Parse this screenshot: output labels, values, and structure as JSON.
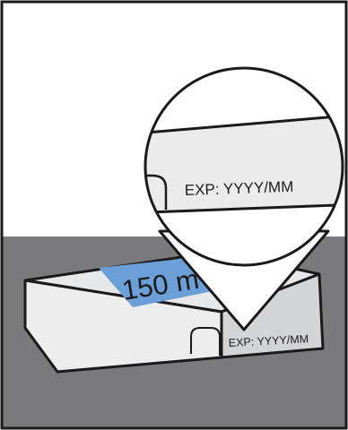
{
  "illustration": {
    "box_label": "150 m",
    "box_expiry": "EXP: YYYY/MM",
    "magnified_expiry": "EXP: YYYY/MM"
  },
  "colors": {
    "background": "#ffffff",
    "floor": "#7a7a7d",
    "box_top": "#e7e8e9",
    "box_front": "#ededee",
    "box_side": "#d3d4d6",
    "label": "#6c9fd8",
    "outline": "#1a1a1a"
  }
}
